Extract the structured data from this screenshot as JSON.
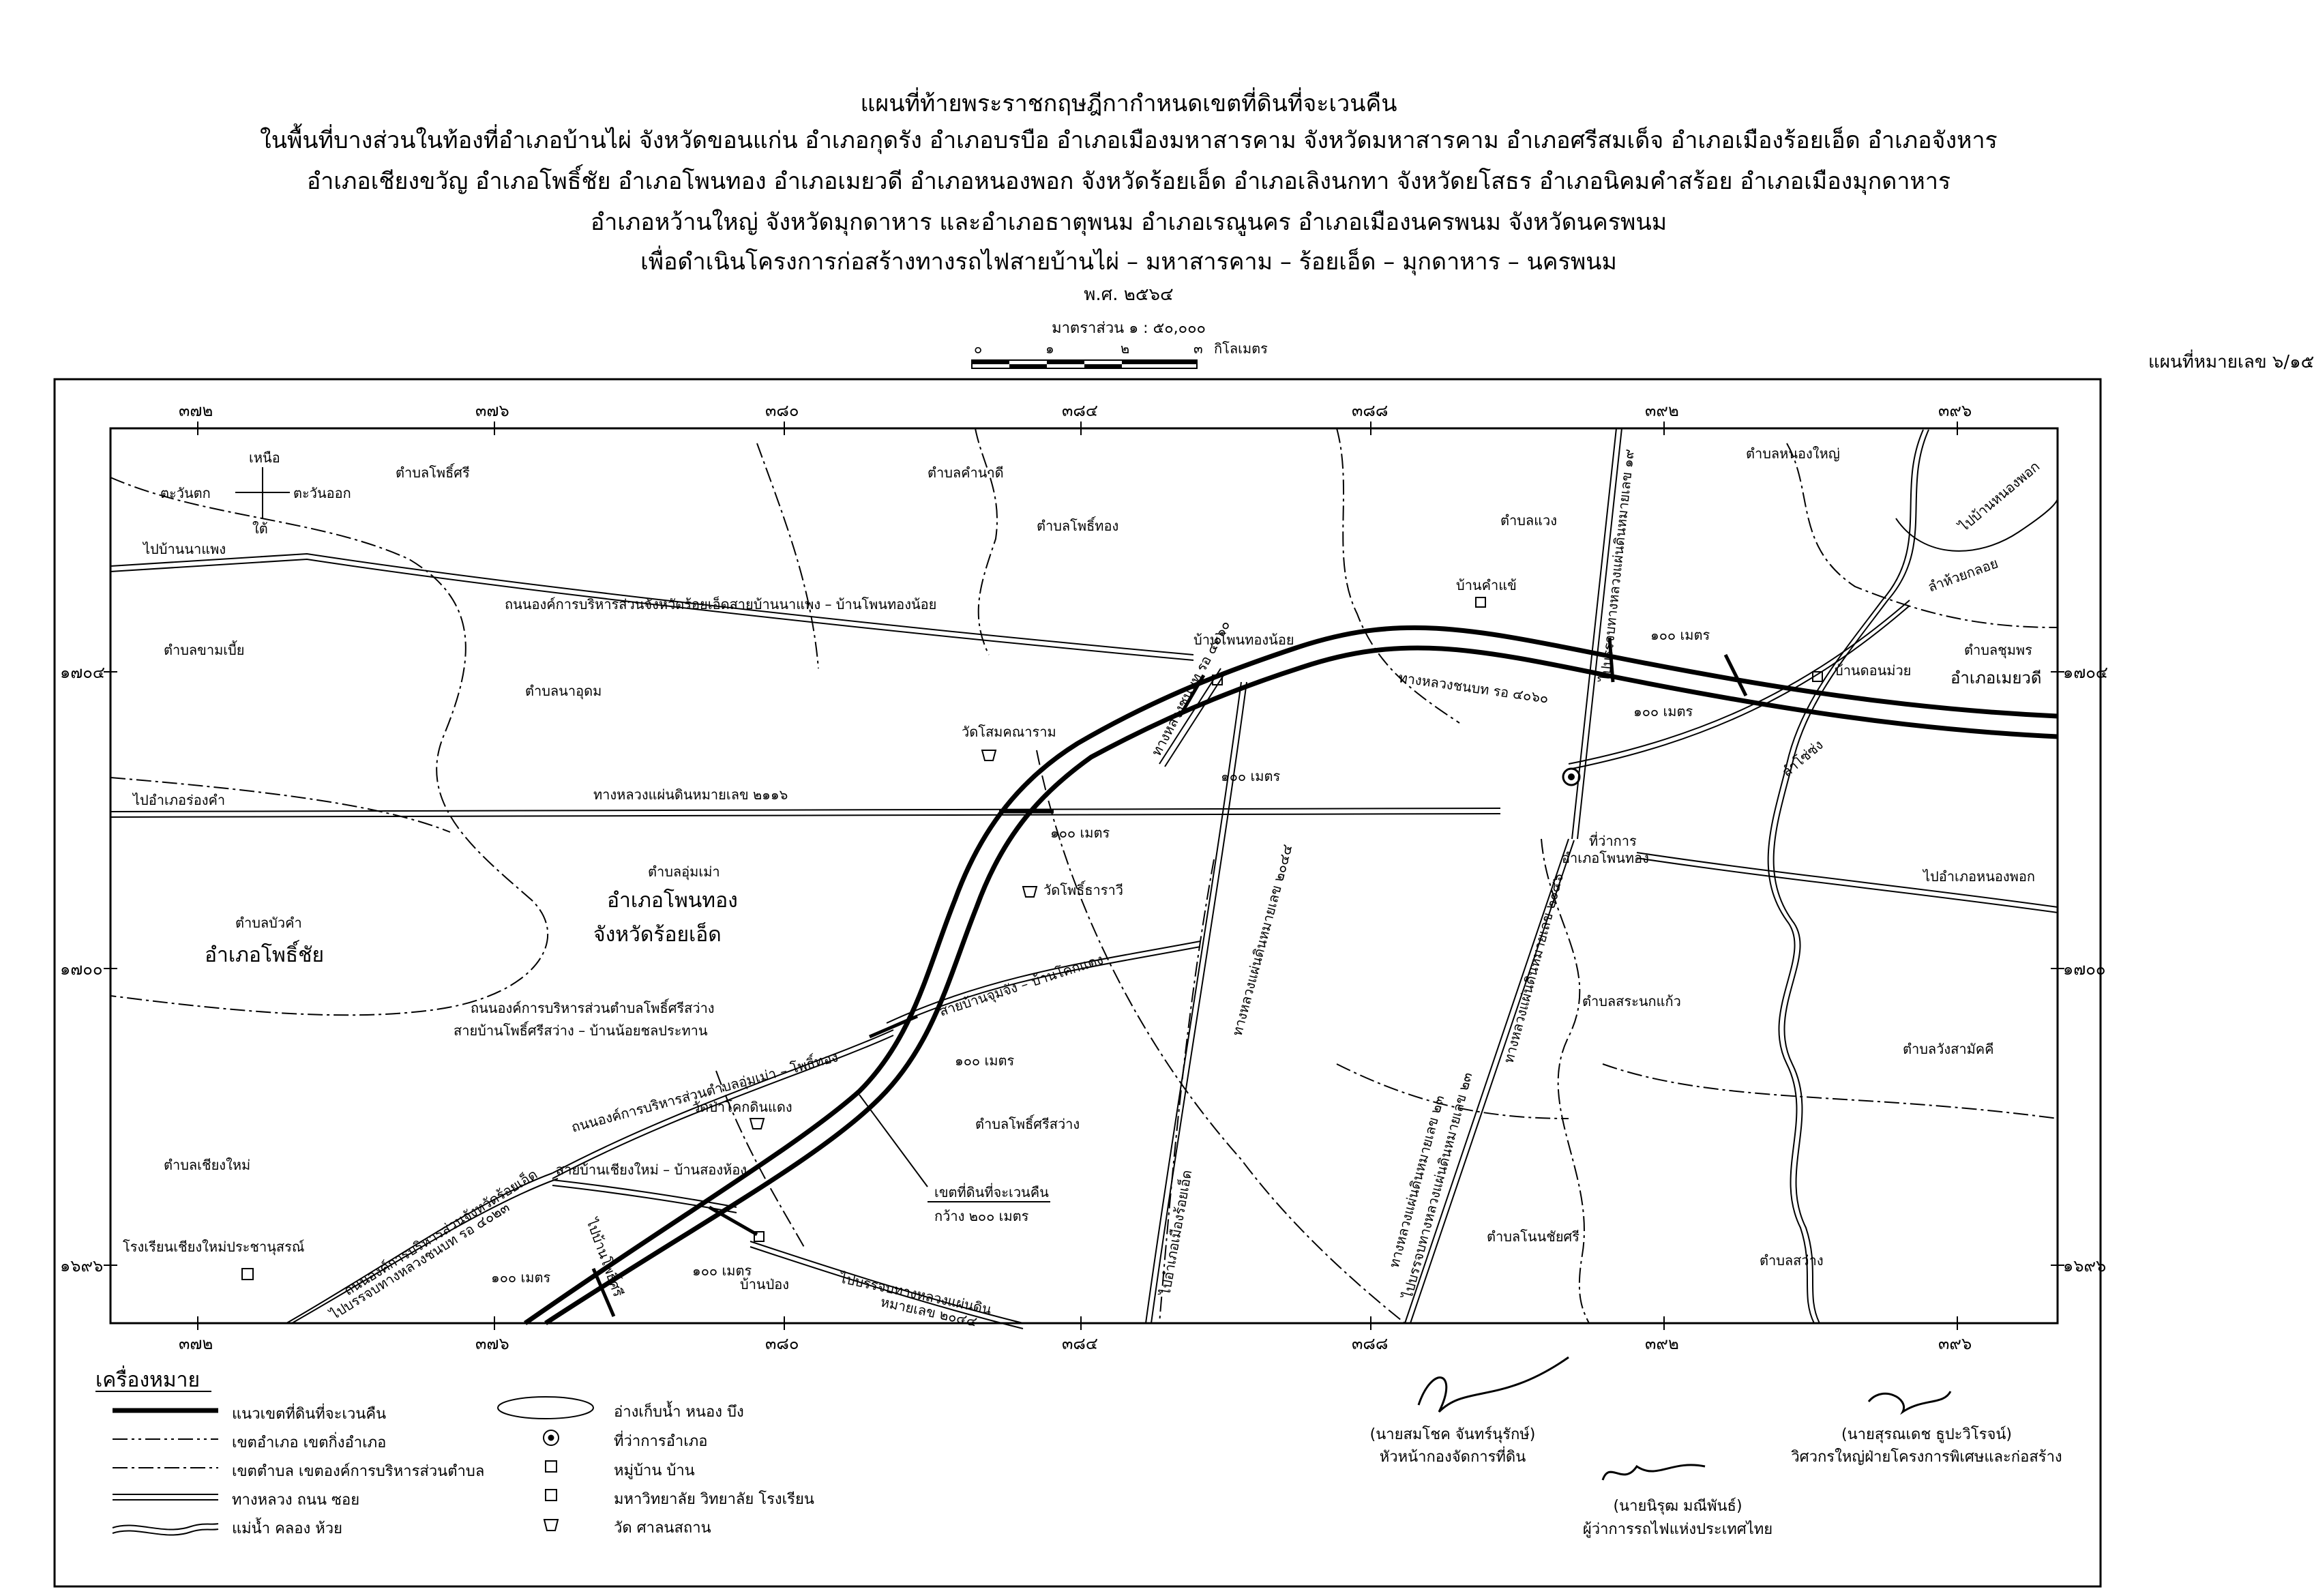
{
  "header": {
    "line1": "แผนที่ท้ายพระราชกฤษฎีกากำหนดเขตที่ดินที่จะเวนคืน",
    "line2": "ในพื้นที่บางส่วนในท้องที่อำเภอบ้านไผ่ จังหวัดขอนแก่น อำเภอกุดรัง อำเภอบรบือ อำเภอเมืองมหาสารคาม จังหวัดมหาสารคาม อำเภอศรีสมเด็จ อำเภอเมืองร้อยเอ็ด อำเภอจังหาร",
    "line3": "อำเภอเชียงขวัญ อำเภอโพธิ์ชัย อำเภอโพนทอง อำเภอเมยวดี อำเภอหนองพอก จังหวัดร้อยเอ็ด อำเภอเลิงนกทา จังหวัดยโสธร อำเภอนิคมคำสร้อย อำเภอเมืองมุกดาหาร",
    "line4": "อำเภอหว้านใหญ่ จังหวัดมุกดาหาร และอำเภอธาตุพนม อำเภอเรณูนคร อำเภอเมืองนครพนม จังหวัดนครพนม",
    "line5": "เพื่อดำเนินโครงการก่อสร้างทางรถไฟสายบ้านไผ่ – มหาสารคาม – ร้อยเอ็ด – มุกดาหาร – นครพนม",
    "year": "พ.ศ. ๒๕๖๔",
    "scale": "มาตราส่วน ๑ : ๕๐,๐๐๐",
    "scale_ticks": [
      "๐",
      "๑",
      "๒",
      "๓"
    ],
    "scale_unit": "กิโลเมตร",
    "sheet": "แผนที่หมายเลข ๖/๑๕"
  },
  "grid": {
    "x_labels": [
      "๓๗๒",
      "๓๗๖",
      "๓๘๐",
      "๓๘๔",
      "๓๘๘",
      "๓๙๒",
      "๓๙๖"
    ],
    "y_labels": [
      "๑๗๐๔",
      "๑๗๐๐",
      "๑๖๙๖"
    ]
  },
  "compass": {
    "north": "เหนือ",
    "south": "ใต้",
    "west": "ตะวันตก",
    "east": "ตะวันออก"
  },
  "labels": {
    "t_phosri": "ตำบลโพธิ์ศรี",
    "t_khamnadi": "ตำบลคำนาดี",
    "t_phothong": "ตำบลโพธิ์ทอง",
    "t_waeng": "ตำบลแวง",
    "t_nongyai": "ตำบลหนองใหญ่",
    "t_khamboei": "ตำบลขามเบี้ย",
    "t_nachudom": "ตำบลนาอุดม",
    "t_chumphon": "ตำบลชุมพร",
    "a_moeiwadi": "อำเภอเมยวดี",
    "t_umma": "ตำบลอุ่มเม่า",
    "a_phonthong": "อำเภอโพนทอง",
    "c_roiet": "จังหวัดร้อยเอ็ด",
    "t_buakham": "ตำบลบัวคำ",
    "a_phochai": "อำเภอโพธิ์ชัย",
    "t_sanokkaeo": "ตำบลสระนกแก้ว",
    "t_wangsamakkhi": "ตำบลวังสามัคคี",
    "t_phosrisawang": "ตำบลโพธิ์ศรีสว่าง",
    "t_chiangmai": "ตำบลเชียงใหม่",
    "t_nonchaisri": "ตำบลโนนชัยศรี",
    "t_sawang": "ตำบลสว่าง",
    "to_banphaeng": "ไปบ้านนาแพง",
    "to_nongkham": "ไปอำเภอร่องคำ",
    "to_nongphok": "ไปอำเภอหนองพอก",
    "to_nongyai_arrow": "ไปบ้านหนองพอก",
    "road_obj1": "ถนนองค์การบริหารส่วนจังหวัดร้อยเอ็ดสายบ้านนาแพง – บ้านโพนทองน้อย",
    "hwy_2116": "ทางหลวงแผ่นดินหมายเลข ๒๑๑๖",
    "rural_4060": "ทางหลวงชนบท รอ ๔๐๖๐",
    "rural_4060b": "ทางหลวงชนบท รอ ๔๐๖๐",
    "hwy_2046": "ทางหลวงแผ่นดินหมายเลข ๒๐๔๖",
    "hwy_2044": "ทางหลวงแผ่นดินหมายเลข ๒๐๔๔",
    "hwy_23": "ทางหลวงแผ่นดินหมายเลข ๒๓",
    "to_hwy_19": "ไปบรรจบทางหลวงแผ่นดินหมายเลข ๑๙",
    "ban_phonthongnoi": "บ้านโพนทองน้อย",
    "ban_khamkhae": "บ้านคำแข้",
    "ban_donmuai": "บ้านดอนม่วย",
    "wat_somkhana": "วัดโสมคณาราม",
    "wat_phosrithawi": "วัดโพธิ์ธาราวี",
    "district_office": "ที่ว่าการ",
    "district_office2": "อำเภอโพนทอง",
    "road_chumsung": "สายบ้านจุมจัง – บ้านโคกแดง",
    "road_obt1": "ถนนองค์การบริหารส่วนตำบลโพธิ์ศรีสว่าง",
    "road_obt1b": "สายบ้านโพธิ์ศรีสว่าง – บ้านน้อยชลประทาน",
    "road_obt2": "ถนนองค์การบริหารส่วนตำบลอุ่มเม่า – โพธิ์ทอง",
    "wat_palokdinaeng": "วัดป่าโคกดินแดง",
    "road_chiangmai": "สายบ้านเชียงใหม่ – บ้านสองห้อง",
    "road_obj2": "ถนนองค์การบริหารส่วนจังหวัดร้อยเอ็ด",
    "rural_4023": "ไปบรรจบทางหลวงชนบท รอ ๔๐๒๓",
    "to_phosrisawang": "ไปบ้านโพธิ์ศรี",
    "school": "โรงเรียนเชียงใหม่ประชานุสรณ์",
    "ban_pong": "บ้านป่อง",
    "to_hwy_2044": "ไปบรรจบทางหลวงแผ่นดิน",
    "to_hwy_2044b": "หมายเลข ๒๐๔๔",
    "to_muang_roiet": "ไปอำเภอเมืองร้อยเอ็ด",
    "to_hwy_23": "ไปบรรจบทางหลวงแผ่นดินหมายเลข ๒๓",
    "expropriation": "เขตที่ดินที่จะเวนคืน",
    "width": "กว้าง ๒๐๐ เมตร",
    "huai_kloi": "ลำห้วยกลอย",
    "lamsiang": "ลำโซ่ซ่ง",
    "m100": "๑๐๐ เมตร"
  },
  "legend": {
    "title": "เครื่องหมาย",
    "items": [
      "แนวเขตที่ดินที่จะเวนคืน",
      "เขตอำเภอ เขตกิ่งอำเภอ",
      "เขตตำบล เขตองค์การบริหารส่วนตำบล",
      "ทางหลวง ถนน ซอย",
      "แม่น้ำ คลอง ห้วย"
    ],
    "items2": [
      "อ่างเก็บน้ำ หนอง บึง",
      "ที่ว่าการอำเภอ",
      "หมู่บ้าน บ้าน",
      "มหาวิทยาลัย วิทยาลัย โรงเรียน",
      "วัด ศาลนสถาน"
    ]
  },
  "signatures": [
    {
      "name": "(นายสมโชค จันทร์นุรักษ์)",
      "title": "หัวหน้ากองจัดการที่ดิน"
    },
    {
      "name": "(นายนิรุฒ มณีพันธ์)",
      "title": "ผู้ว่าการรถไฟแห่งประเทศไทย"
    },
    {
      "name": "(นายสุรณเดช ธูปะวิโรจน์)",
      "title": "วิศวกรใหญ่ฝ่ายโครงการพิเศษและก่อสร้าง"
    }
  ]
}
